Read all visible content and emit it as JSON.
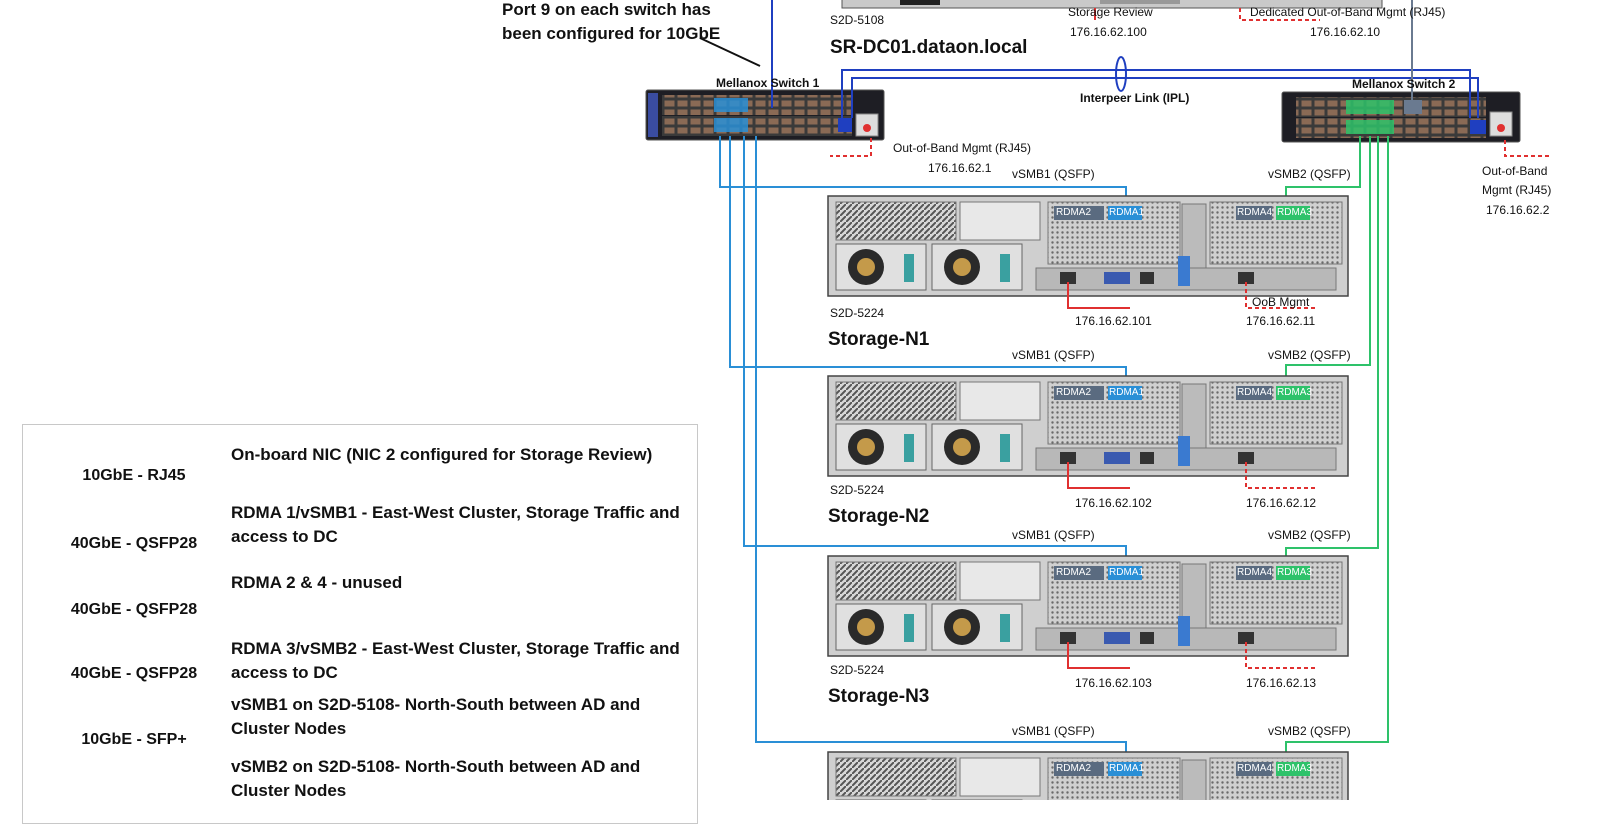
{
  "callout": "Port 9 on each switch has been configured for 10GbE",
  "dc": {
    "model": "S2D-5108",
    "hostname": "SR-DC01.dataon.local",
    "storage_review_label": "Storage Review",
    "storage_review_ip": "176.16.62.100",
    "oob_label": "Dedicated Out-of-Band Mgmt (RJ45)",
    "oob_ip": "176.16.62.10"
  },
  "switches": [
    {
      "name": "Mellanox Switch 1",
      "oob_label": "Out-of-Band Mgmt (RJ45)",
      "oob_ip": "176.16.62.1"
    },
    {
      "name": "Mellanox Switch 2",
      "oob_label_lines": [
        "Out-of-Band",
        "Mgmt (RJ45)"
      ],
      "oob_ip": "176.16.62.2"
    }
  ],
  "ipl_label": "Interpeer Link (IPL)",
  "nodes": [
    {
      "model": "S2D-5224",
      "name": "Storage-N1",
      "vsmb1": "vSMB1 (QSFP)",
      "vsmb2": "vSMB2 (QSFP)",
      "nic_ip": "176.16.62.101",
      "oob_label": "OoB Mgmt",
      "oob_ip": "176.16.62.11"
    },
    {
      "model": "S2D-5224",
      "name": "Storage-N2",
      "vsmb1": "vSMB1 (QSFP)",
      "vsmb2": "vSMB2 (QSFP)",
      "nic_ip": "176.16.62.102",
      "oob_ip": "176.16.62.12"
    },
    {
      "model": "S2D-5224",
      "name": "Storage-N3",
      "vsmb1": "vSMB1 (QSFP)",
      "vsmb2": "vSMB2 (QSFP)",
      "nic_ip": "176.16.62.103",
      "oob_ip": "176.16.62.13"
    },
    {
      "vsmb1": "vSMB1 (QSFP)",
      "vsmb2": "vSMB2 (QSFP)"
    }
  ],
  "server_slots": {
    "rdma1": "RDMA1",
    "rdma2": "RDMA2",
    "rdma3": "RDMA3",
    "rdma4": "RDMA4"
  },
  "legend": [
    {
      "type": "10GbE - RJ45",
      "desc": "On-board NIC (NIC 2 configured for Storage Review)",
      "color": "#d1455e"
    },
    {
      "type": "40GbE - QSFP28",
      "desc": "RDMA 1/vSMB1 - East-West Cluster, Storage Traffic and access to DC",
      "color": "#2a8fd6"
    },
    {
      "type": "40GbE - QSFP28",
      "desc": "RDMA 2 & 4 - unused",
      "color": "#5a6b80"
    },
    {
      "type": "40GbE - QSFP28",
      "desc": "RDMA 3/vSMB2 - East-West Cluster, Storage Traffic and access to DC",
      "color": "#2ec26a"
    },
    {
      "type": "10GbE - SFP+",
      "desc": "vSMB1 on S2D-5108- North-South between AD and Cluster Nodes",
      "color": "#1f3f9e"
    },
    {
      "type": "",
      "desc": "vSMB2 on S2D-5108- North-South between AD and Cluster Nodes",
      "color": "#5a6b80"
    }
  ],
  "colors": {
    "rj45": "#e03030",
    "rdma1": "#2a8fd6",
    "rdma3": "#2ec26a",
    "sfp": "#1f3fc0",
    "gray": "#6a7a90"
  }
}
